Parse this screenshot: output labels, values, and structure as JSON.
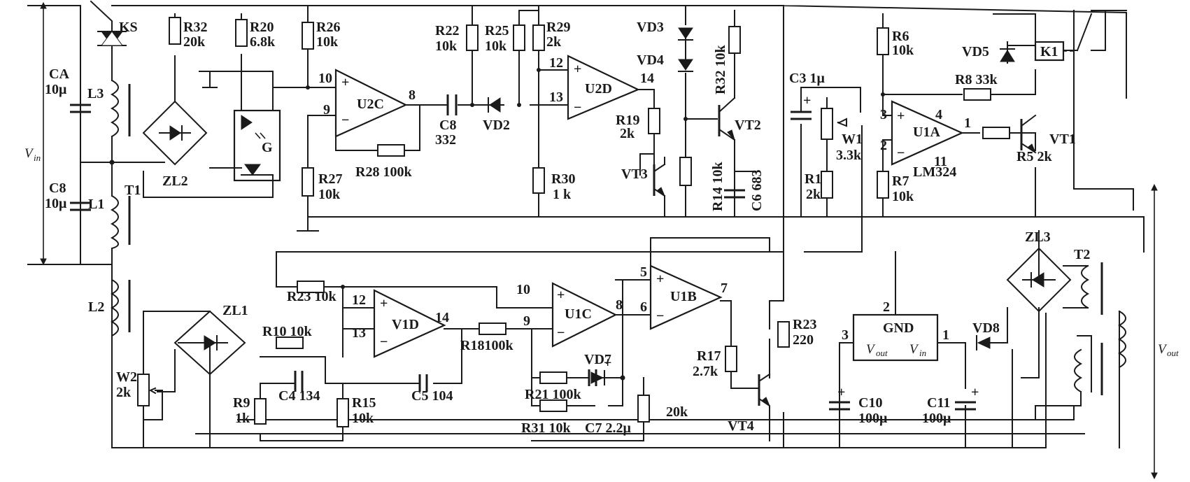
{
  "labels": {
    "ks": "KS",
    "r32a": "R32",
    "r32a_v": "20k",
    "r20": "R20",
    "r20_v": "6.8k",
    "r26": "R26",
    "r26_v": "10k",
    "r22": "R22",
    "r22_v": "10k",
    "r25": "R25",
    "r25_v": "10k",
    "r29": "R29",
    "r29_v": "2k",
    "vd3": "VD3",
    "vd4": "VD4",
    "r32b": "R32 10k",
    "r6": "R6",
    "r6_v": "10k",
    "vd5": "VD5",
    "k1": "K1",
    "ca": "CA",
    "ca_v": "10μ",
    "l3": "L3",
    "zl2": "ZL2",
    "g": "G",
    "u2c": "U2C",
    "u2d": "U2D",
    "u1a": "U1A",
    "lm324": "LM324",
    "c8a": "C8",
    "c8a_v": "332",
    "vd2": "VD2",
    "r28": "R28 100k",
    "r19": "R19",
    "r19_v": "2k",
    "vt2": "VT2",
    "vt3": "VT3",
    "vt1": "VT1",
    "vt4": "VT4",
    "r27": "R27",
    "r27_v": "10k",
    "r30": "R30",
    "r30_v": "1 k",
    "r14": "R14 10k",
    "c6": "C6 683",
    "c3": "C3 1μ",
    "w1": "W1",
    "w1_v": "3.3k",
    "r1": "R1",
    "r1_v": "2k",
    "r7": "R7",
    "r7_v": "10k",
    "r8": "R8 33k",
    "r5": "R5 2k",
    "vin_main": "V",
    "vin_sub": "in",
    "c8b": "C8",
    "c8b_v": "10μ",
    "l1": "L1",
    "t1": "T1",
    "l2": "L2",
    "r23a": "R23 10k",
    "zl1": "ZL1",
    "w2": "W2",
    "w2_v": "2k",
    "r10": "R10 10k",
    "r9": "R9",
    "r9_v": "1k",
    "c4": "C4 134",
    "c5": "C5 104",
    "r15": "R15",
    "r15_v": "10k",
    "v1d": "V1D",
    "u1c": "U1C",
    "u1b": "U1B",
    "r18": "R18100k",
    "vd7": "VD7",
    "r21": "R21 100k",
    "r31": "R31 10k",
    "c7": "C7 2.2μ",
    "r20k": "20k",
    "r23b": "R23",
    "r23b_v": "220",
    "r17": "R17",
    "r17_v": "2.7k",
    "c10": "C10",
    "c10_v": "100μ",
    "c11": "C11",
    "c11_v": "100μ",
    "gnd": "GND",
    "vout_reg": "V",
    "vout_reg_sub": "out",
    "vin_reg": "V",
    "vin_reg_sub": "in",
    "vd8": "VD8",
    "zl3": "ZL3",
    "t2": "T2",
    "vout_main": "V",
    "vout_main_sub": "out"
  },
  "pins": {
    "u2c_p": "+",
    "u2c_n": "−",
    "u2c_10": "10",
    "u2c_9": "9",
    "u2c_8": "8",
    "u2d_p": "+",
    "u2d_n": "−",
    "u2d_12": "12",
    "u2d_13": "13",
    "u2d_14": "14",
    "u1a_p": "+",
    "u1a_n": "−",
    "u1a_3": "3",
    "u1a_2": "2",
    "u1a_4": "4",
    "u1a_11": "11",
    "u1a_1": "1",
    "v1d_p": "+",
    "v1d_n": "−",
    "v1d_12": "12",
    "v1d_13": "13",
    "v1d_14": "14",
    "u1c_p": "+",
    "u1c_n": "−",
    "u1c_10": "10",
    "u1c_9": "9",
    "u1c_8": "8",
    "u1b_p": "+",
    "u1b_n": "−",
    "u1b_5": "5",
    "u1b_6": "6",
    "u1b_7": "7",
    "reg_2": "2",
    "reg_3": "3",
    "reg_1": "1",
    "c3_plus": "+",
    "c7_plus": "+",
    "c10_plus": "+",
    "c11_plus": "+"
  }
}
